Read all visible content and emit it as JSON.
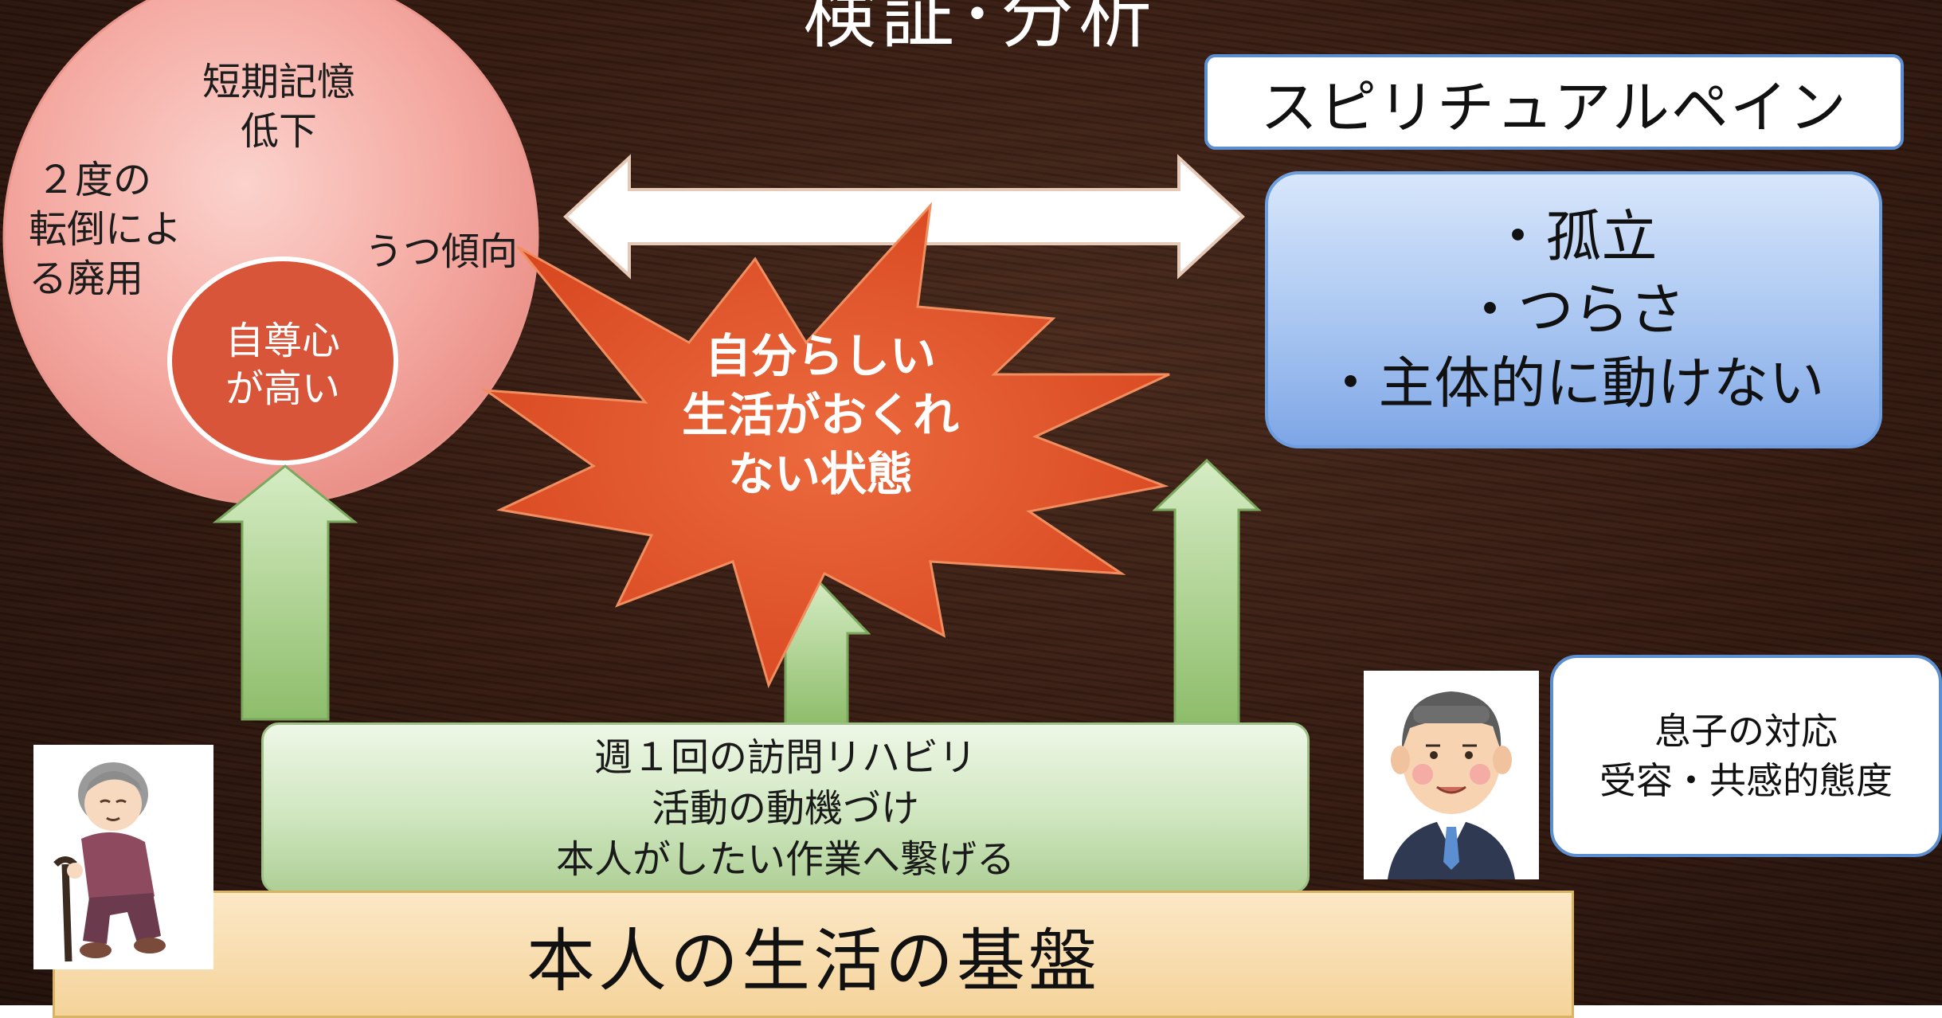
{
  "title": "検証･分析",
  "left_circle": {
    "texts": [
      "短期記憶",
      "低下",
      "２度の",
      "転倒によ",
      "る廃用",
      "うつ傾向"
    ],
    "inner": [
      "自尊心",
      "が高い"
    ]
  },
  "center_burst": [
    "自分らしい",
    "生活がおくれ",
    "ない状態"
  ],
  "spiritual_pain": {
    "label": "スピリチュアルペイン",
    "items": [
      "・孤立",
      "・つらさ",
      "・主体的に動けない"
    ]
  },
  "green_box": [
    "週１回の訪問リハビリ",
    "活動の動機づけ",
    "本人がしたい作業へ繋げる"
  ],
  "base": "本人の生活の基盤",
  "son": [
    "息子の対応",
    "受容・共感的態度"
  ],
  "colors": {
    "pink": "#f4a7a0",
    "inner_circle": "#d9553a",
    "burst": "#e0552c",
    "blue": "#a9c6f1",
    "green": "#cfe6bf",
    "base": "#f5d39a",
    "arrow_green": "#9cc87a"
  }
}
